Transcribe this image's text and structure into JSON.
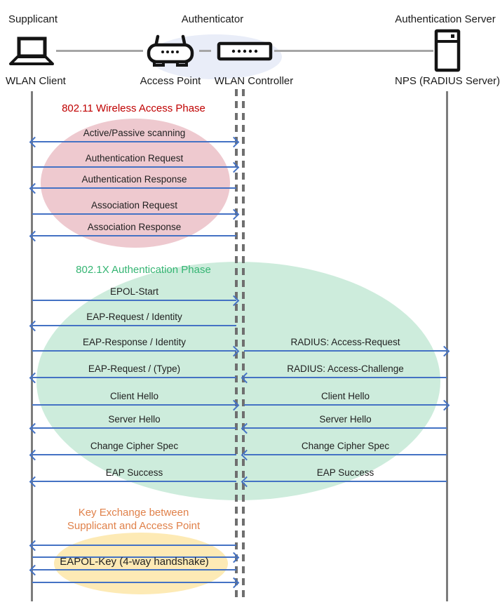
{
  "actors": {
    "supplicant": {
      "role": "Supplicant",
      "device": "WLAN Client"
    },
    "authenticator": {
      "role": "Authenticator",
      "access_point": "Access Point",
      "wlan_controller": "WLAN Controller"
    },
    "authentication_server": {
      "role": "Authentication Server",
      "device": "NPS (RADIUS Server)"
    }
  },
  "phases": [
    {
      "id": "wireless-access",
      "title": "802.11 Wireless Access Phase",
      "color": "#C00000"
    },
    {
      "id": "dot1x-authentication",
      "title": "802.1X Authentication Phase",
      "color": "#35B573"
    },
    {
      "id": "key-exchange",
      "title_line1": "Key Exchange between",
      "title_line2": "Supplicant and Access Point",
      "color": "#ED7D31"
    }
  ],
  "messages": [
    {
      "label": "Active/Passive scanning",
      "from": "WLAN Client",
      "to": "WLAN Controller",
      "direction": "both"
    },
    {
      "label": "Authentication Request",
      "from": "WLAN Client",
      "to": "WLAN Controller",
      "direction": "right"
    },
    {
      "label": "Authentication Response",
      "from": "WLAN Controller",
      "to": "WLAN Client",
      "direction": "left"
    },
    {
      "label": "Association Request",
      "from": "WLAN Client",
      "to": "WLAN Controller",
      "direction": "right"
    },
    {
      "label": "Association Response",
      "from": "WLAN Controller",
      "to": "WLAN Client",
      "direction": "left"
    },
    {
      "label": "EPOL-Start",
      "from": "WLAN Client",
      "to": "WLAN Controller",
      "direction": "right"
    },
    {
      "label": "EAP-Request / Identity",
      "from": "WLAN Controller",
      "to": "WLAN Client",
      "direction": "left"
    },
    {
      "label": "EAP-Response / Identity",
      "from": "WLAN Client",
      "to": "WLAN Controller",
      "direction": "right",
      "right_label": "RADIUS: Access-Request",
      "right_direction": "right"
    },
    {
      "label": "EAP-Request / (Type)",
      "from": "WLAN Controller",
      "to": "WLAN Client",
      "direction": "left",
      "right_label": "RADIUS: Access-Challenge",
      "right_direction": "left"
    },
    {
      "label": "Client Hello",
      "from": "WLAN Client",
      "to": "WLAN Controller",
      "direction": "right",
      "right_label": "Client Hello",
      "right_direction": "right"
    },
    {
      "label": "Server Hello",
      "from": "WLAN Controller",
      "to": "WLAN Client",
      "direction": "left",
      "right_label": "Server Hello",
      "right_direction": "left"
    },
    {
      "label": "Change Cipher Spec",
      "from": "WLAN Controller",
      "to": "WLAN Client",
      "direction": "left",
      "right_label": "Change Cipher Spec",
      "right_direction": "left"
    },
    {
      "label": "EAP Success",
      "from": "WLAN Controller",
      "to": "WLAN Client",
      "direction": "left",
      "right_label": "EAP Success",
      "right_direction": "left"
    },
    {
      "label": "",
      "from": "WLAN Controller",
      "to": "WLAN Client",
      "direction": "left"
    },
    {
      "label": "",
      "from": "WLAN Client",
      "to": "WLAN Controller",
      "direction": "right"
    },
    {
      "label": "EAPOL-Key (4-way handshake)",
      "from": "WLAN Controller",
      "to": "WLAN Client",
      "direction": "left",
      "big": true
    },
    {
      "label": "",
      "from": "WLAN Client",
      "to": "WLAN Controller",
      "direction": "right"
    }
  ],
  "colors": {
    "arrow": "#4472C4",
    "lifeline": "#7C7C7C",
    "connector": "#A6A6A6",
    "phase1_fill": "#EEC9CF",
    "phase2_fill": "#CDECDC",
    "phase3_fill": "#FDEAB5",
    "authenticator_fill": "#E9EDF8",
    "phase1_text": "#C00000",
    "phase2_text": "#35B573",
    "phase3_text": "#ED7D31"
  }
}
